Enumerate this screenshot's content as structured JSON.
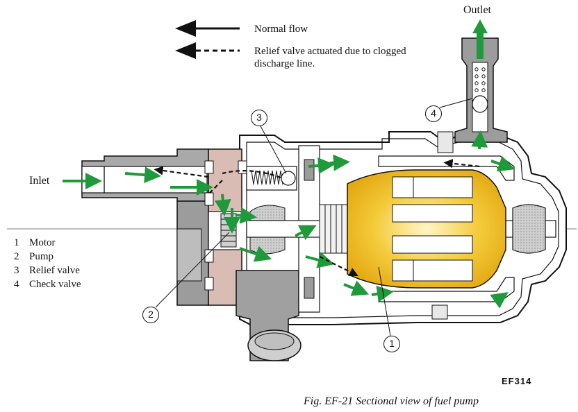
{
  "legend": {
    "normal_flow": "Normal flow",
    "relief_flow": "Relief valve actuated due to clogged discharge line."
  },
  "labels": {
    "inlet": "Inlet",
    "outlet": "Outlet"
  },
  "parts": [
    {
      "number": "1",
      "name": "Motor"
    },
    {
      "number": "2",
      "name": "Pump"
    },
    {
      "number": "3",
      "name": "Relief valve"
    },
    {
      "number": "4",
      "name": "Check valve"
    }
  ],
  "callouts": [
    "1",
    "2",
    "3",
    "4"
  ],
  "figure_code": "EF314",
  "caption": "Fig. EF-21  Sectional view of fuel pump",
  "colors": {
    "flow_arrow": "#1f9a3a",
    "motor": "#f2c431",
    "pump_housing": "#d9bdb4",
    "housing_shade": "#9a9a9a",
    "line": "#111111"
  }
}
